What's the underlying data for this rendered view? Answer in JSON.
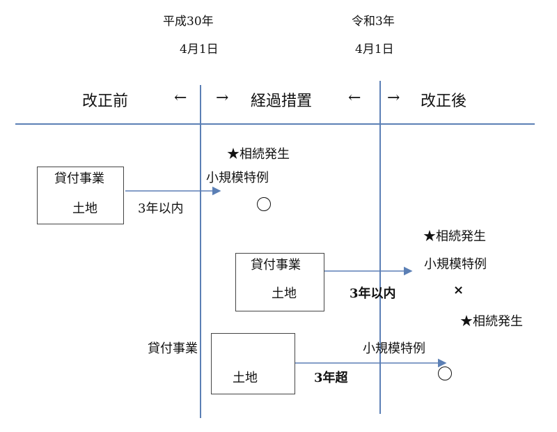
{
  "colors": {
    "line": "#5b7fb5",
    "text": "#111111"
  },
  "dates": [
    {
      "era": "平成30年",
      "day": "4月1日"
    },
    {
      "era": "令和3年",
      "day": "4月1日"
    }
  ],
  "sections": {
    "before": "改正前",
    "transition": "経過措置",
    "after": "改正後",
    "arrow_left": "←",
    "arrow_right": "→"
  },
  "cases": [
    {
      "asset_line1": "貸付事業",
      "asset_line2": "土地",
      "period": "3年以内",
      "event": "★相続発生",
      "special": "小規模特例",
      "result": "◯",
      "result_icon": "circle-icon"
    },
    {
      "asset_line1": "貸付事業",
      "asset_line2": "土地",
      "period": "3年以内",
      "event": "★相続発生",
      "special": "小規模特例",
      "result": "×",
      "result_icon": "cross-icon"
    },
    {
      "asset_line1": "貸付事業",
      "asset_line2": "土地",
      "period": "3年超",
      "event": "★相続発生",
      "special": "小規模特例",
      "result": "◯",
      "result_icon": "circle-icon"
    }
  ]
}
